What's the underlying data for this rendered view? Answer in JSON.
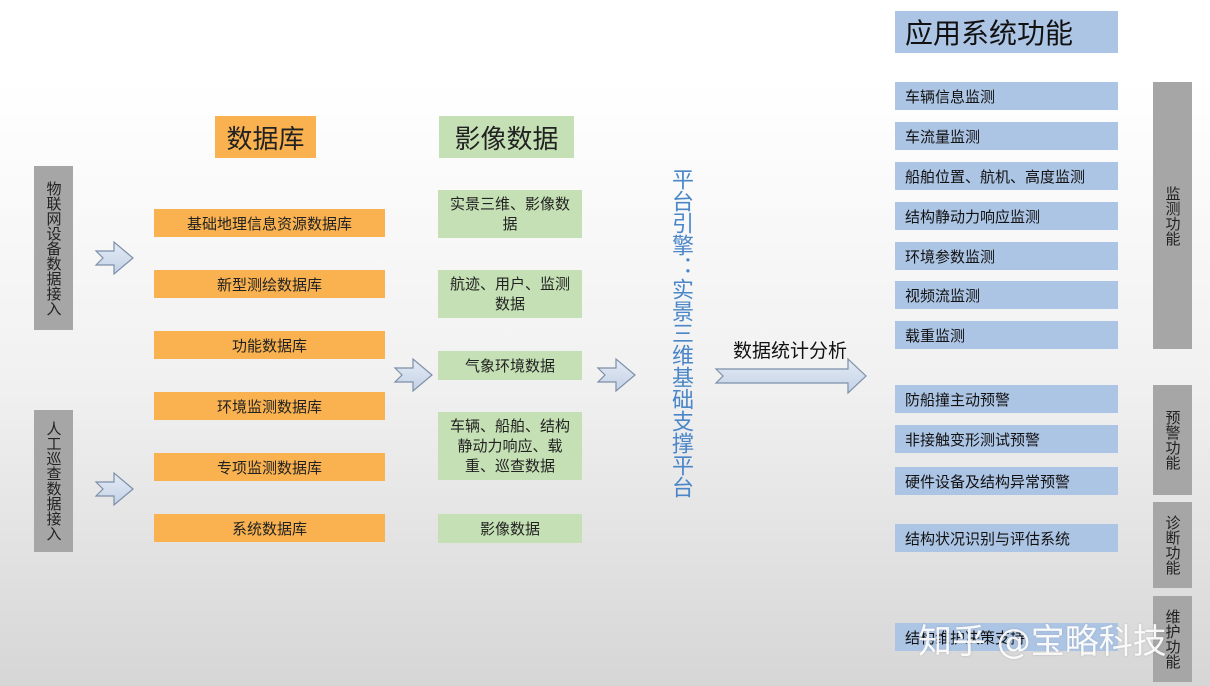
{
  "inputs": {
    "iot": "物联网设备数据接入",
    "manual": "人工巡查数据接入"
  },
  "database": {
    "title": "数据库",
    "items": [
      "基础地理信息资源数据库",
      "新型测绘数据库",
      "功能数据库",
      "环境监测数据库",
      "专项监测数据库",
      "系统数据库"
    ]
  },
  "imagery": {
    "title": "影像数据",
    "items": [
      "实景三维、影像数据",
      "航迹、用户、监测数据",
      "气象环境数据",
      "车辆、船舶、结构静动力响应、载重、巡查数据",
      "影像数据"
    ]
  },
  "platform": {
    "text": "平台引擎：实景三维基础支撑平台"
  },
  "analysis": {
    "label": "数据统计分析"
  },
  "functions": {
    "title": "应用系统功能",
    "items": [
      "车辆信息监测",
      "车流量监测",
      "船舶位置、航机、高度监测",
      "结构静动力响应监测",
      "环境参数监测",
      "视频流监测",
      "载重监测",
      "防船撞主动预警",
      "非接触变形测试预警",
      "硬件设备及结构异常预警",
      "结构状况识别与评估系统",
      "结构维护决策支持"
    ]
  },
  "categories": {
    "monitoring": "监测功能",
    "warning": "预警功能",
    "diagnosis": "诊断功能",
    "maintenance": "维护功能"
  },
  "watermark": "知乎 @宝略科技",
  "colors": {
    "orange": "#f9b24f",
    "green": "#c5e0b4",
    "blue": "#adc5e5",
    "gray": "#a6a6a6",
    "platform_text": "#4a86c8"
  }
}
